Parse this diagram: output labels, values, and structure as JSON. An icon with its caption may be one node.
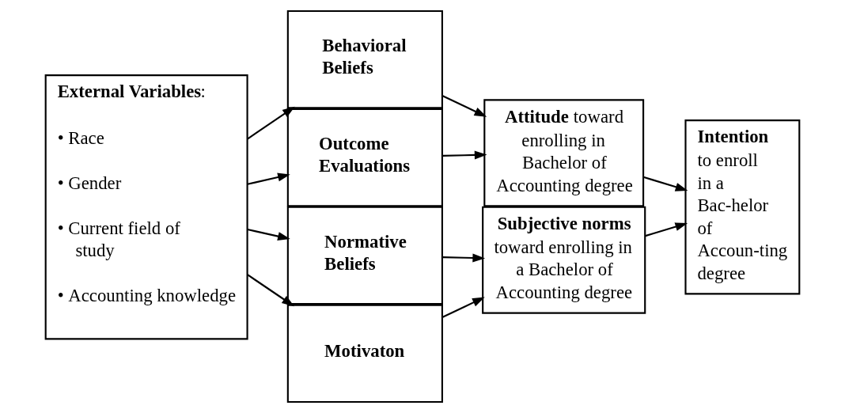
{
  "diagram": {
    "nodes": [
      {
        "text": [
          "**External Variables**:",
          "• Race",
          "• Gender",
          "• Current field of study",
          "• Accounting knowledge"
        ]
      },
      {
        "text": [
          "**Behavioral Beliefs**"
        ]
      },
      {
        "text": [
          "**Outcome Evaluations**"
        ]
      },
      {
        "text": [
          "**Normative Beliefs**"
        ]
      },
      {
        "text": [
          "**Motivaton**"
        ]
      },
      {
        "text": [
          "**Attitude** toward enrolling in Bachelor of Accounting degree"
        ]
      },
      {
        "text": [
          "**Subjective norms** toward enrolling in a Bachelor of Accounting degree"
        ]
      },
      {
        "text": [
          "**Intention** to enroll in a Bac-helor of Accoun-ting degree"
        ]
      }
    ],
    "edges": [
      {
        "from": 0,
        "to": 1,
        "arrow": "to"
      },
      {
        "from": 0,
        "to": 2,
        "arrow": "to"
      },
      {
        "from": 0,
        "to": 3,
        "arrow": "to"
      },
      {
        "from": 0,
        "to": 4,
        "arrow": "to"
      },
      {
        "from": 1,
        "to": 5,
        "arrow": "to"
      },
      {
        "from": 2,
        "to": 5,
        "arrow": "to"
      },
      {
        "from": 3,
        "to": 6,
        "arrow": "to"
      },
      {
        "from": 4,
        "to": 6,
        "arrow": "to"
      },
      {
        "from": 5,
        "to": 7,
        "arrow": "to"
      },
      {
        "from": 6,
        "to": 7,
        "arrow": "to"
      }
    ]
  }
}
